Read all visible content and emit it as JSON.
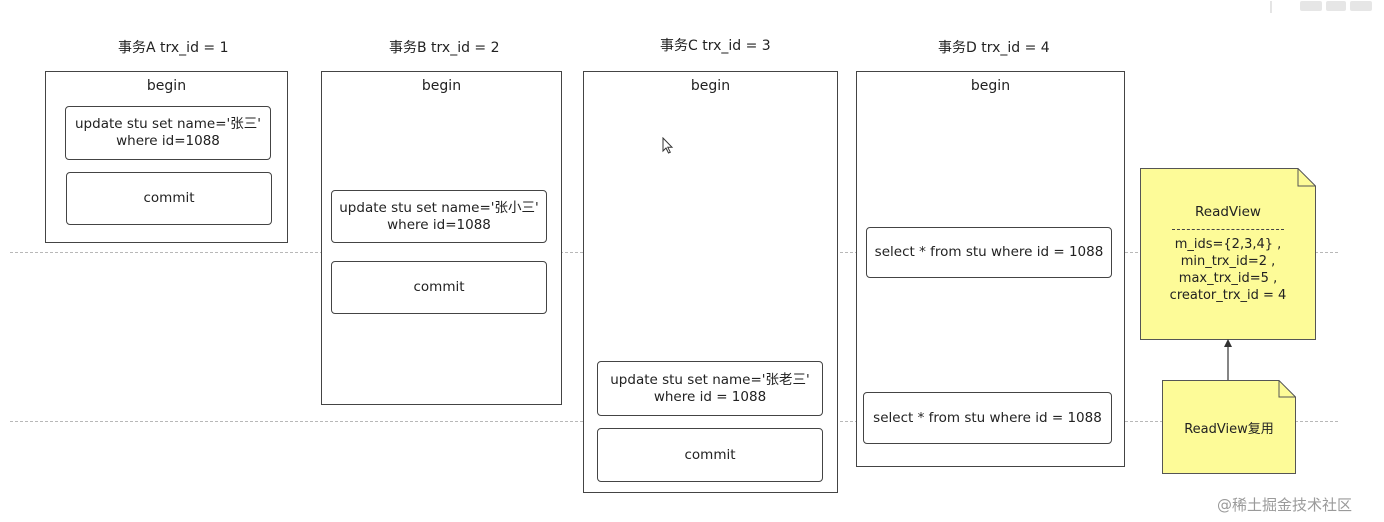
{
  "transactions": [
    {
      "title": "事务A trx_id = 1",
      "begin": "begin",
      "update_line1": "update stu set name='张三'",
      "update_line2": "where id=1088",
      "commit": "commit"
    },
    {
      "title": "事务B trx_id = 2",
      "begin": "begin",
      "update_line1": "update stu set name='张小三'",
      "update_line2": "where id=1088",
      "commit": "commit"
    },
    {
      "title": "事务C trx_id = 3",
      "begin": "begin",
      "update_line1": "update stu set name='张老三'",
      "update_line2": "where id = 1088",
      "commit": "commit"
    },
    {
      "title": "事务D trx_id = 4",
      "begin": "begin",
      "select1": "select * from stu where id = 1088",
      "select2": "select * from stu where id = 1088"
    }
  ],
  "readview": {
    "title": "ReadView",
    "m_ids": "m_ids={2,3,4}  ,",
    "min_trx_id": "min_trx_id=2  ,",
    "max_trx_id": "max_trx_id=5  ,",
    "creator_trx_id": "creator_trx_id = 4"
  },
  "readview_reuse": "ReadView复用",
  "watermark": "@稀土掘金技术社区",
  "colors": {
    "note_fill": "#fdfb98",
    "note_border": "#555555",
    "box_border": "#444444",
    "dashed_line": "#b8b8b8"
  }
}
